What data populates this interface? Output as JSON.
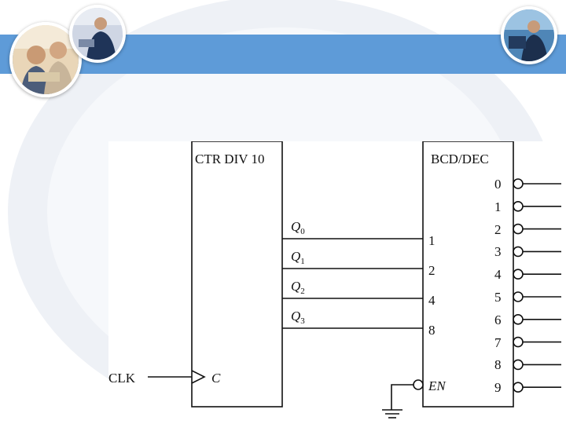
{
  "counter": {
    "title": "CTR DIV 10",
    "clock_input_label": "C"
  },
  "clock": {
    "label": "CLK"
  },
  "outputs": [
    {
      "name": "Q",
      "subscript": "0"
    },
    {
      "name": "Q",
      "subscript": "1"
    },
    {
      "name": "Q",
      "subscript": "2"
    },
    {
      "name": "Q",
      "subscript": "3"
    }
  ],
  "decoder": {
    "title": "BCD/DEC",
    "inputs": [
      "1",
      "2",
      "4",
      "8"
    ],
    "enable_label": "EN",
    "outputs": [
      "0",
      "1",
      "2",
      "3",
      "4",
      "5",
      "6",
      "7",
      "8",
      "9"
    ]
  },
  "colors": {
    "band": "#5e9bd8",
    "line": "#111111",
    "swoosh": "#eef1f6"
  }
}
